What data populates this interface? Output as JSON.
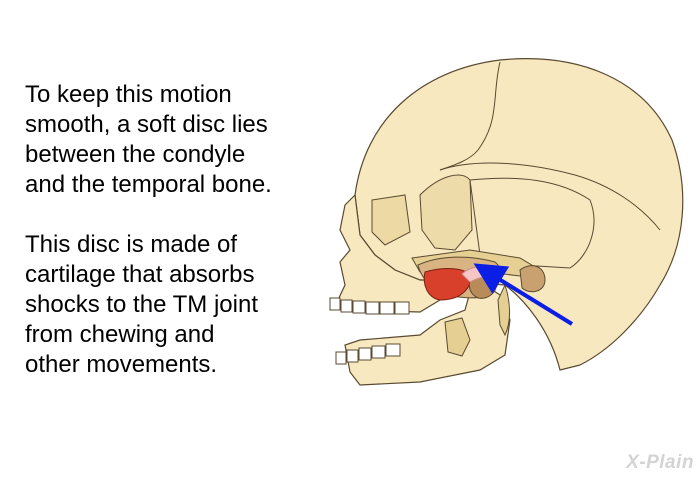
{
  "text": {
    "paragraph_1": "To keep this motion\nsmooth, a soft disc lies\nbetween the condyle\nand the temporal bone.",
    "paragraph_2": "This disc is made of\ncartilage that absorbs\nshocks to the TM joint\nfrom chewing and\nother movements."
  },
  "logo": "X-Plain",
  "colors": {
    "bone": "#f7e8bf",
    "bone_stroke": "#5a4a30",
    "shadow": "#e6cf93",
    "muscle": "#d8402c",
    "disc": "#f6c6c6",
    "arrow": "#0a1ee6",
    "fossa": "#c9a070"
  }
}
